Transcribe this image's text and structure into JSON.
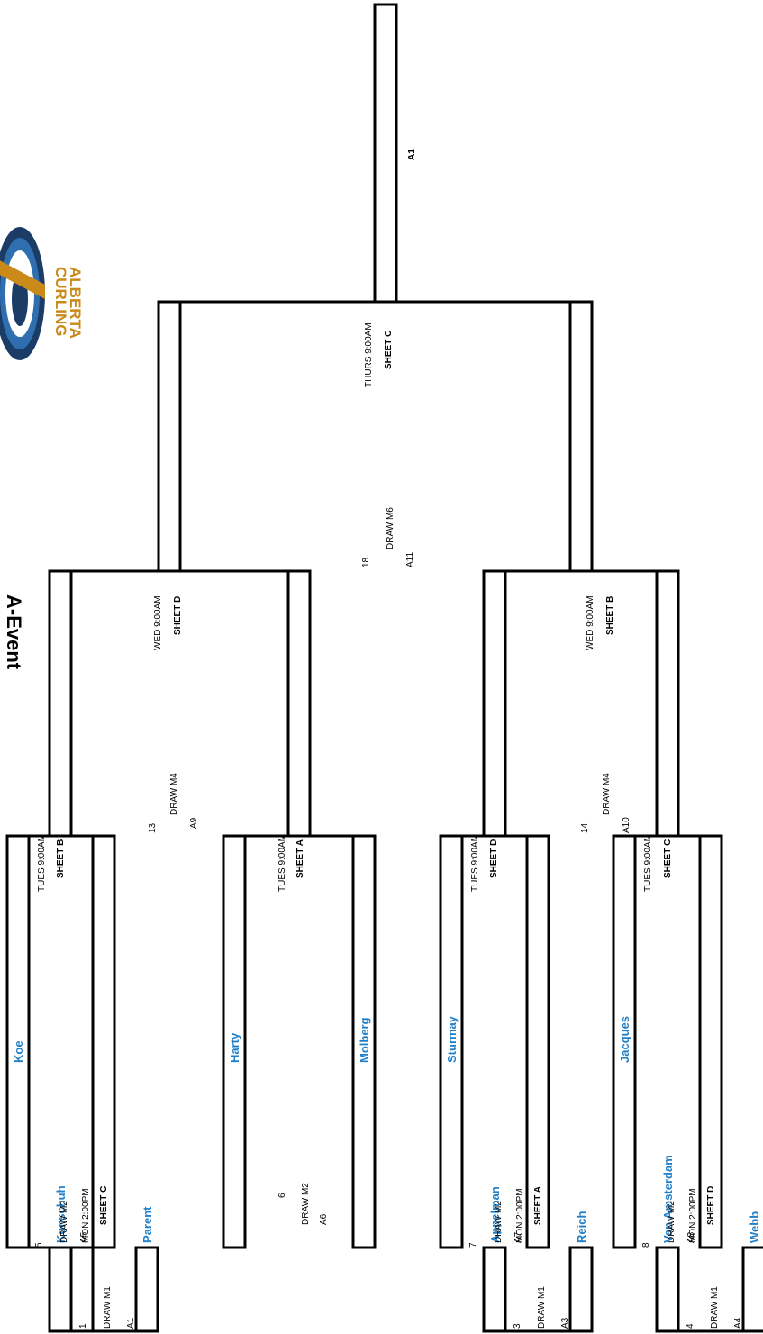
{
  "title": "A-Event",
  "logo": {
    "line1": "CURLING",
    "line2": "ALBERTA",
    "colors": {
      "gold": "#c98a1a",
      "blue": "#2f6fb0",
      "dark": "#1a3c66"
    }
  },
  "colors": {
    "team": "#1f7fc8",
    "line": "#000000"
  },
  "round1": [
    {
      "game": "1",
      "draw": "DRAW M1",
      "time": "MON 2:00PM",
      "sheet": "SHEET C",
      "code": "A1",
      "team_top": "Konschuh",
      "team_bottom": "Parent"
    },
    {
      "game": "3",
      "draw": "DRAW M1",
      "time": "MON 2:00PM",
      "sheet": "SHEET A",
      "code": "A3",
      "team_top": "Appelman",
      "team_bottom": "Reich"
    },
    {
      "game": "4",
      "draw": "DRAW M1",
      "time": "MON 2:00PM",
      "sheet": "SHEET D",
      "code": "A4",
      "team_top": "Van Amsterdam",
      "team_bottom": "Webb"
    }
  ],
  "round2": [
    {
      "game": "5",
      "draw": "DRAW M2",
      "time": "TUES 9:00AM",
      "sheet": "SHEET B",
      "code": "A5",
      "team_top": "Koe"
    },
    {
      "game": "6",
      "draw": "DRAW M2",
      "time": "TUES 9:00AM",
      "sheet": "SHEET A",
      "code": "A6",
      "team_top": "Harty",
      "team_bottom": "Molberg"
    },
    {
      "game": "7",
      "draw": "DRAW M2",
      "time": "TUES 9:00AM",
      "sheet": "SHEET D",
      "code": "A7",
      "team_top": "Sturmay"
    },
    {
      "game": "8",
      "draw": "DRAW M2",
      "time": "TUES 9:00AM",
      "sheet": "SHEET C",
      "code": "A8",
      "team_top": "Jacques"
    }
  ],
  "round3": [
    {
      "game": "13",
      "draw": "DRAW M4",
      "time": "WED 9:00AM",
      "sheet": "SHEET D",
      "code": "A9"
    },
    {
      "game": "14",
      "draw": "DRAW M4",
      "time": "WED 9:00AM",
      "sheet": "SHEET B",
      "code": "A10"
    }
  ],
  "round4": {
    "game": "18",
    "draw": "DRAW M6",
    "time": "THURS 9:00AM",
    "sheet": "SHEET C",
    "code": "A11"
  },
  "final": {
    "code": "A1"
  }
}
